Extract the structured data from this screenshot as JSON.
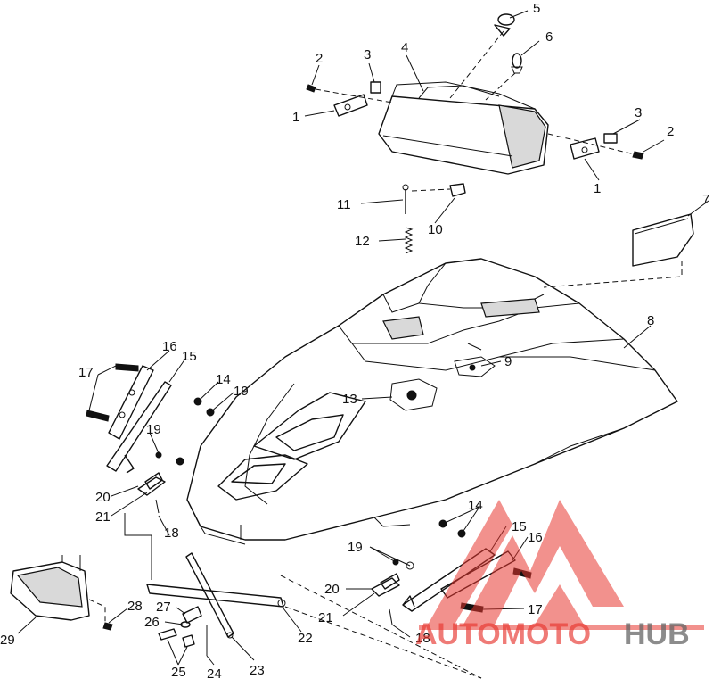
{
  "callouts": [
    {
      "id": "c5",
      "text": "5"
    },
    {
      "id": "c6",
      "text": "6"
    },
    {
      "id": "c4",
      "text": "4"
    },
    {
      "id": "c2a",
      "text": "2"
    },
    {
      "id": "c3a",
      "text": "3"
    },
    {
      "id": "c1a",
      "text": "1"
    },
    {
      "id": "c3b",
      "text": "3"
    },
    {
      "id": "c2b",
      "text": "2"
    },
    {
      "id": "c1b",
      "text": "1"
    },
    {
      "id": "c7",
      "text": "7"
    },
    {
      "id": "c11",
      "text": "11"
    },
    {
      "id": "c10",
      "text": "10"
    },
    {
      "id": "c12",
      "text": "12"
    },
    {
      "id": "c8",
      "text": "8"
    },
    {
      "id": "c9",
      "text": "9"
    },
    {
      "id": "c13",
      "text": "13"
    },
    {
      "id": "c16a",
      "text": "16"
    },
    {
      "id": "c15a",
      "text": "15"
    },
    {
      "id": "c17a",
      "text": "17"
    },
    {
      "id": "c14a",
      "text": "14"
    },
    {
      "id": "c19a",
      "text": "19"
    },
    {
      "id": "c19b",
      "text": "19"
    },
    {
      "id": "c20a",
      "text": "20"
    },
    {
      "id": "c21a",
      "text": "21"
    },
    {
      "id": "c18a",
      "text": "18"
    },
    {
      "id": "c14b",
      "text": "14"
    },
    {
      "id": "c15b",
      "text": "15"
    },
    {
      "id": "c16b",
      "text": "16"
    },
    {
      "id": "c19c",
      "text": "19"
    },
    {
      "id": "c20b",
      "text": "20"
    },
    {
      "id": "c21b",
      "text": "21"
    },
    {
      "id": "c17b",
      "text": "17"
    },
    {
      "id": "c18b",
      "text": "18"
    },
    {
      "id": "c28",
      "text": "28"
    },
    {
      "id": "c27",
      "text": "27"
    },
    {
      "id": "c26",
      "text": "26"
    },
    {
      "id": "c29",
      "text": "29"
    },
    {
      "id": "c25",
      "text": "25"
    },
    {
      "id": "c24",
      "text": "24"
    },
    {
      "id": "c23",
      "text": "23"
    },
    {
      "id": "c22",
      "text": "22"
    }
  ],
  "watermark": {
    "text_red": "AUTOMOTO",
    "text_grey": "HUB",
    "color_red": "#e8362f",
    "color_grey": "#666666"
  }
}
